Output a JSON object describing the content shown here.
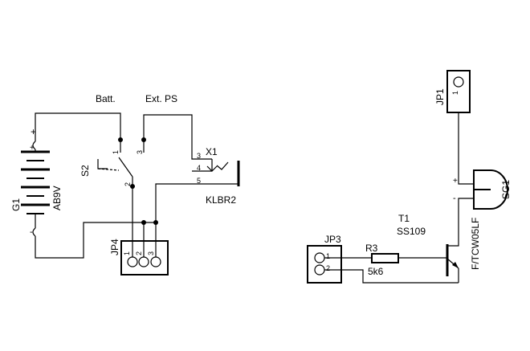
{
  "labels": {
    "batt": "Batt.",
    "ext_ps": "Ext. PS",
    "x1": "X1",
    "klbr2": "KLBR2",
    "s2": "S2",
    "g1": "G1",
    "ab9v": "AB9V",
    "jp4": "JP4",
    "jp1": "JP1",
    "sg1": "SG1",
    "t1": "T1",
    "ss109": "SS109",
    "jp3": "JP3",
    "r3": "R3",
    "r3_value": "5k6",
    "sg1_part": "F/TCW05LF"
  },
  "pins": {
    "x1_3": "3",
    "x1_4": "4",
    "x1_5": "5",
    "s2_1": "1",
    "s2_2": "2",
    "s2_3": "3",
    "jp4_1": "1",
    "jp4_2": "2",
    "jp4_3": "3",
    "jp1_1": "1",
    "jp3_1": "1",
    "jp3_2": "2",
    "g1_plus": "+",
    "g1_minus": "-",
    "sg1_plus": "+",
    "sg1_minus": "-"
  }
}
